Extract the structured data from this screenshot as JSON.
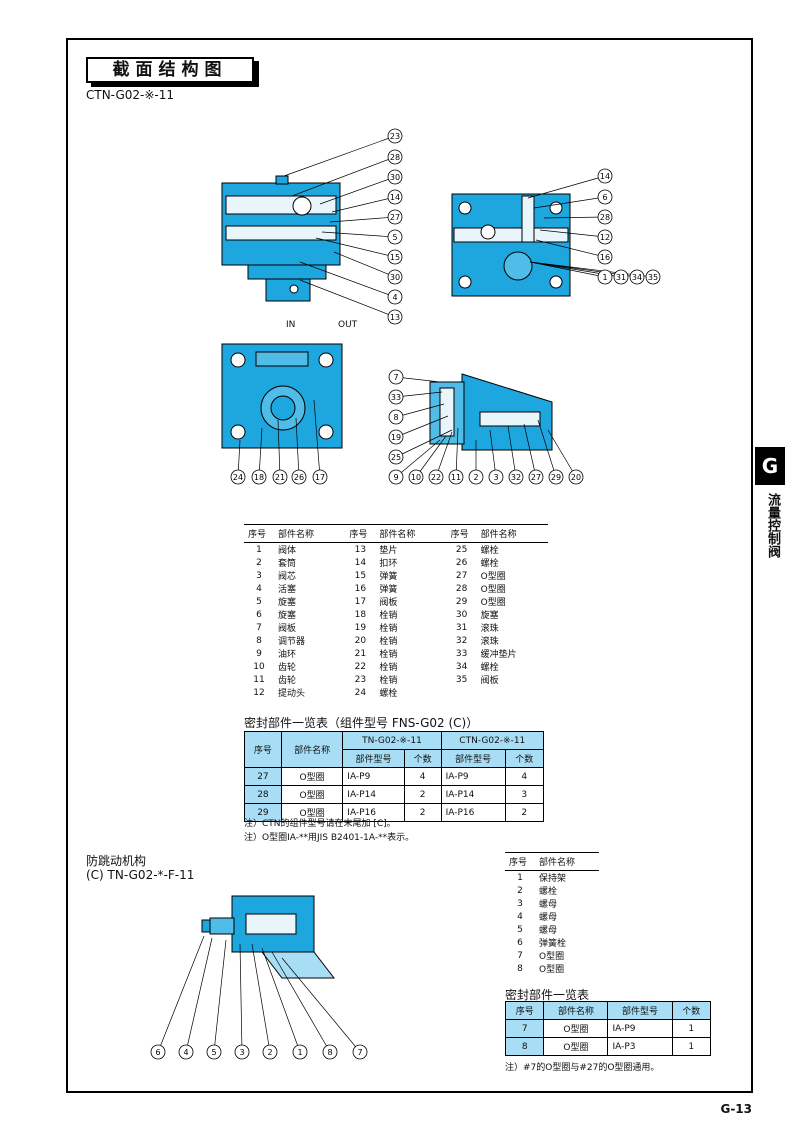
{
  "section_title": "截面结构图",
  "model_main": "CTN-G02-※-11",
  "colors": {
    "accent": "#a8def5",
    "body_blue": "#1ea6df",
    "dark": "#000000"
  },
  "diagram_labels": {
    "top_left": [
      "23",
      "28",
      "30",
      "14",
      "27",
      "5",
      "15",
      "30",
      "4",
      "13"
    ],
    "top_right": [
      "14",
      "6",
      "28",
      "12",
      "16",
      "1",
      "31",
      "34",
      "35"
    ],
    "front_top": [
      "IN",
      "OUT"
    ],
    "front_bottom": [
      "24",
      "18",
      "21",
      "26",
      "17"
    ],
    "side_left": [
      "7",
      "33",
      "8",
      "19",
      "25"
    ],
    "side_bottom": [
      "9",
      "10",
      "22",
      "11",
      "2",
      "3",
      "32",
      "27",
      "29",
      "20"
    ]
  },
  "parts_header": {
    "no": "序号",
    "name": "部件名称"
  },
  "parts_col1": [
    {
      "no": "1",
      "name": "阀体"
    },
    {
      "no": "2",
      "name": "套筒"
    },
    {
      "no": "3",
      "name": "阀芯"
    },
    {
      "no": "4",
      "name": "活塞"
    },
    {
      "no": "5",
      "name": "旋塞"
    },
    {
      "no": "6",
      "name": "旋塞"
    },
    {
      "no": "7",
      "name": "阀板"
    },
    {
      "no": "8",
      "name": "调节器"
    },
    {
      "no": "9",
      "name": "油环"
    },
    {
      "no": "10",
      "name": "齿轮"
    },
    {
      "no": "11",
      "name": "齿轮"
    },
    {
      "no": "12",
      "name": "提动头"
    }
  ],
  "parts_col2": [
    {
      "no": "13",
      "name": "垫片"
    },
    {
      "no": "14",
      "name": "扣环"
    },
    {
      "no": "15",
      "name": "弹簧"
    },
    {
      "no": "16",
      "name": "弹簧"
    },
    {
      "no": "17",
      "name": "阀板"
    },
    {
      "no": "18",
      "name": "栓销"
    },
    {
      "no": "19",
      "name": "栓销"
    },
    {
      "no": "20",
      "name": "栓销"
    },
    {
      "no": "21",
      "name": "栓销"
    },
    {
      "no": "22",
      "name": "栓销"
    },
    {
      "no": "23",
      "name": "栓销"
    },
    {
      "no": "24",
      "name": "螺栓"
    }
  ],
  "parts_col3": [
    {
      "no": "25",
      "name": "螺栓"
    },
    {
      "no": "26",
      "name": "螺栓"
    },
    {
      "no": "27",
      "name": "O型圈"
    },
    {
      "no": "28",
      "name": "O型圈"
    },
    {
      "no": "29",
      "name": "O型圈"
    },
    {
      "no": "30",
      "name": "旋塞"
    },
    {
      "no": "31",
      "name": "滚珠"
    },
    {
      "no": "32",
      "name": "滚珠"
    },
    {
      "no": "33",
      "name": "缓冲垫片"
    },
    {
      "no": "34",
      "name": "螺栓"
    },
    {
      "no": "35",
      "name": "阀板"
    }
  ],
  "seal_title": "密封部件一览表（组件型号   FNS-G02 (C)）",
  "seal_table": {
    "h_no": "序号",
    "h_name": "部件名称",
    "h_group1": "TN-G02-※-11",
    "h_group2": "CTN-G02-※-11",
    "h_model": "部件型号",
    "h_qty": "个数",
    "rows": [
      {
        "no": "27",
        "name": "O型圈",
        "m1": "IA-P9",
        "q1": "4",
        "m2": "IA-P9",
        "q2": "4"
      },
      {
        "no": "28",
        "name": "O型圈",
        "m1": "IA-P14",
        "q1": "2",
        "m2": "IA-P14",
        "q2": "3"
      },
      {
        "no": "29",
        "name": "O型圈",
        "m1": "IA-P16",
        "q1": "2",
        "m2": "IA-P16",
        "q2": "2"
      }
    ]
  },
  "notes": [
    "注）CTN的组件型号请在末尾加 [C]。",
    "注）O型圈IA-**用JIS B2401-1A-**表示。"
  ],
  "anti": {
    "title": "防跳动机构",
    "model": "(C) TN-G02-*-F-11",
    "labels": [
      "6",
      "4",
      "5",
      "3",
      "2",
      "1",
      "8",
      "7"
    ]
  },
  "parts2": [
    {
      "no": "1",
      "name": "保持架"
    },
    {
      "no": "2",
      "name": "螺栓"
    },
    {
      "no": "3",
      "name": "螺母"
    },
    {
      "no": "4",
      "name": "螺母"
    },
    {
      "no": "5",
      "name": "螺母"
    },
    {
      "no": "6",
      "name": "弹簧栓"
    },
    {
      "no": "7",
      "name": "O型圈"
    },
    {
      "no": "8",
      "name": "O型圈"
    }
  ],
  "seal2_title": "密封部件一览表",
  "seal2": {
    "h_no": "序号",
    "h_name": "部件名称",
    "h_model": "部件型号",
    "h_qty": "个数",
    "rows": [
      {
        "no": "7",
        "name": "O型圈",
        "model": "IA-P9",
        "qty": "1"
      },
      {
        "no": "8",
        "name": "O型圈",
        "model": "IA-P3",
        "qty": "1"
      }
    ]
  },
  "note2": "注）#7的O型圈与#27的O型圈通用。",
  "tab_letter": "G",
  "side_label": "流量控制阀",
  "page_number": "G-13"
}
